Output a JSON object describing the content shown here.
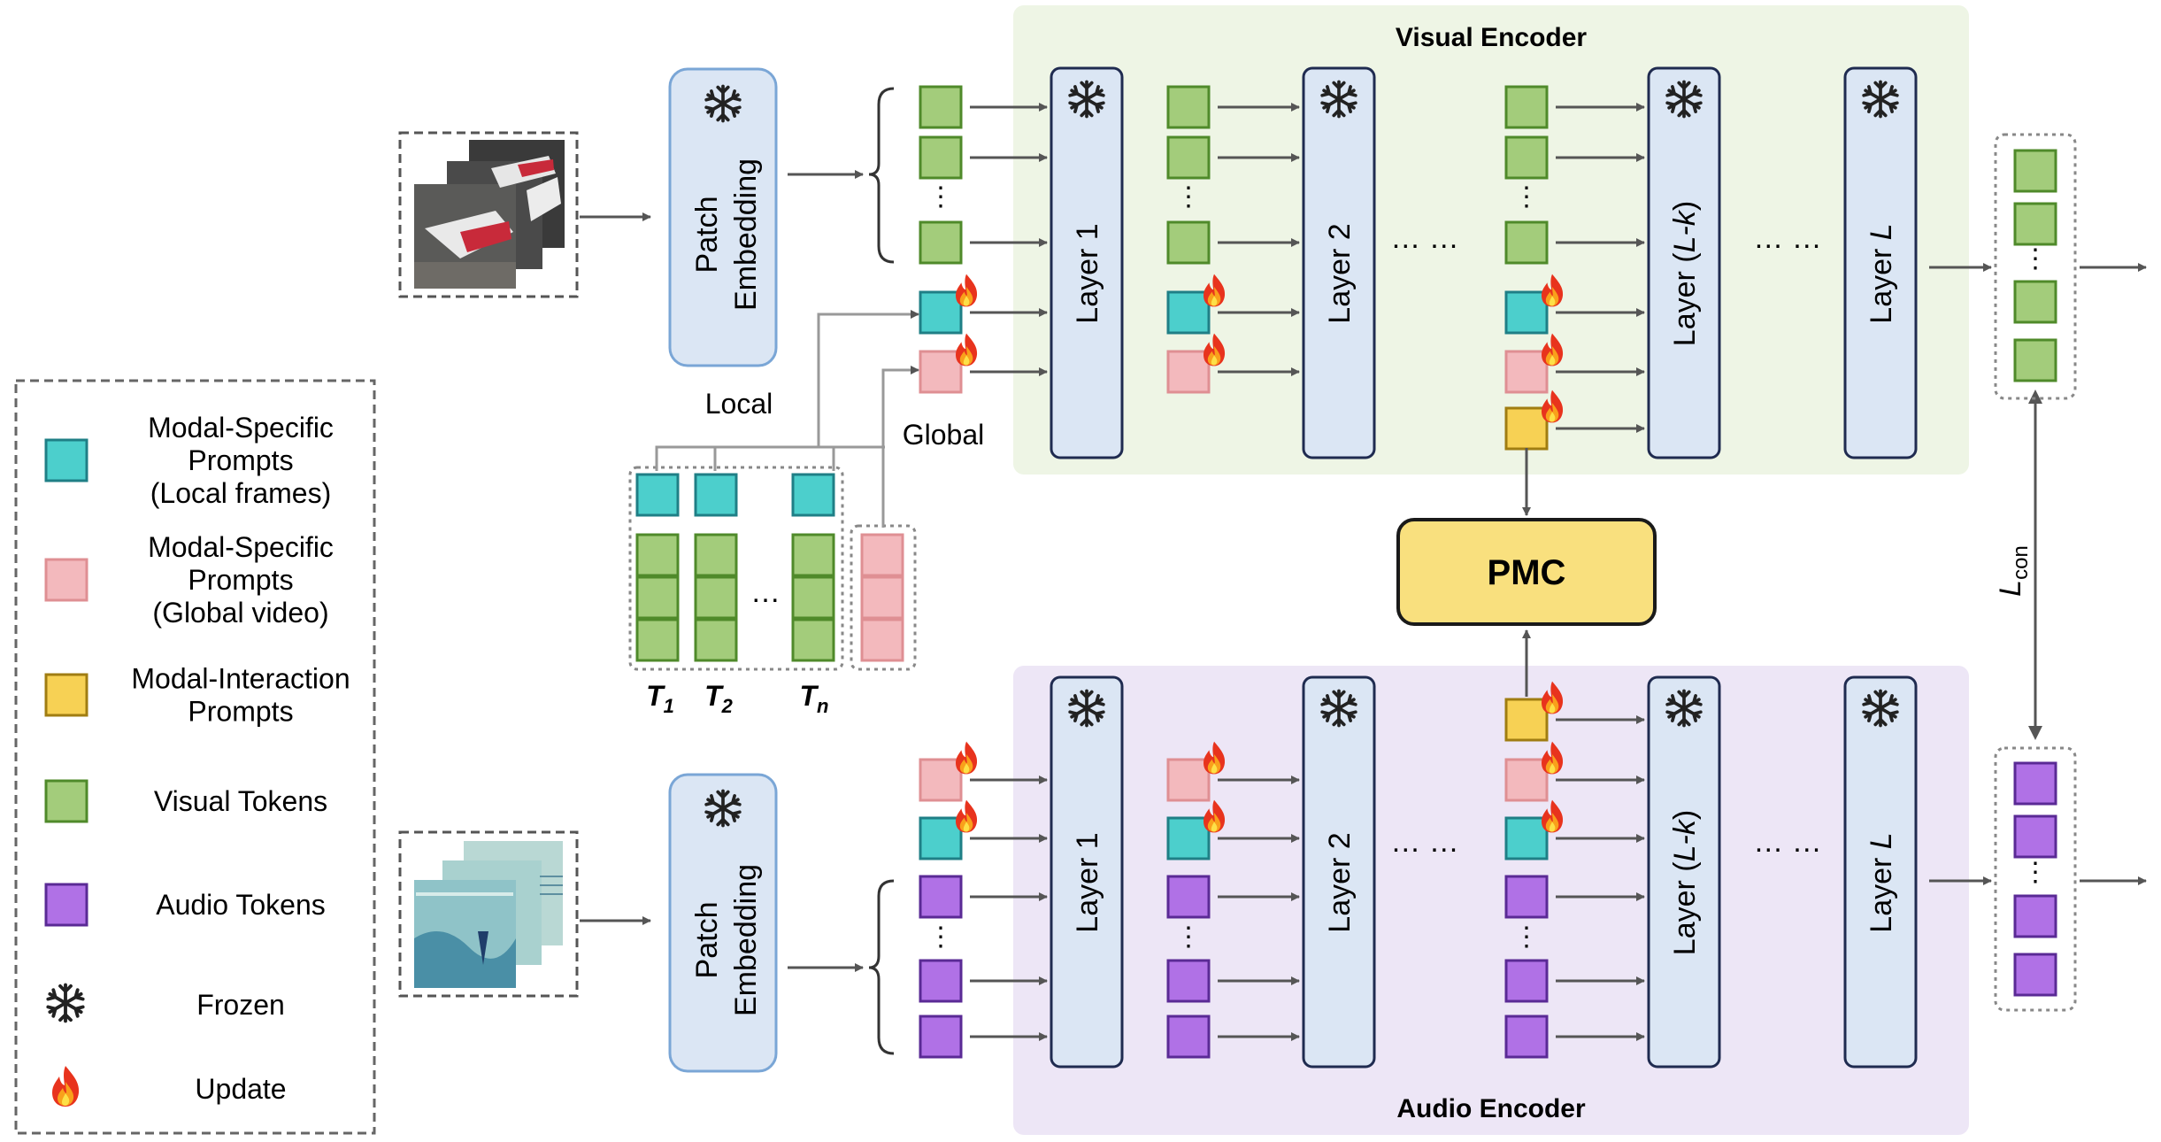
{
  "visual_encoder": {
    "title": "Visual Encoder",
    "layers": [
      "Layer 1",
      "Layer 2",
      "Layer (L-k)",
      "Layer L"
    ],
    "patch_embedding": "Patch\nEmbedding",
    "ellipsis": "… …"
  },
  "audio_encoder": {
    "title": "Audio Encoder",
    "layers": [
      "Layer 1",
      "Layer 2",
      "Layer (L-k)",
      "Layer L"
    ],
    "patch_embedding": "Patch\nEmbedding",
    "ellipsis": "… …"
  },
  "pmc": "PMC",
  "loss": "L_con",
  "prompt_generator": {
    "local_label": "Local",
    "global_label": "Global",
    "frame_labels": [
      "T1",
      "T2",
      "Tn"
    ],
    "ellipsis": "…"
  },
  "legend": {
    "items": [
      {
        "swatch": "teal",
        "label": "Modal-Specific\nPrompts\n(Local frames)"
      },
      {
        "swatch": "pink",
        "label": "Modal-Specific\nPrompts\n(Global video)"
      },
      {
        "swatch": "yellow",
        "label": "Modal-Interaction\nPrompts"
      },
      {
        "swatch": "green",
        "label": "Visual Tokens"
      },
      {
        "swatch": "purple",
        "label": "Audio Tokens"
      },
      {
        "swatch": "snowflake-icon",
        "label": "Frozen"
      },
      {
        "swatch": "flame-icon",
        "label": "Update"
      }
    ]
  },
  "colors": {
    "visual_bg": "#eef5e5",
    "audio_bg": "#ede6f6",
    "layer_fill": "#dbe6f4",
    "layer_stroke": "#1f2b50",
    "teal": "#4ccfcc",
    "pink": "#f3b9bd",
    "yellow": "#f7d154",
    "green": "#a3cc7b",
    "purple": "#b071e6",
    "pmc_fill": "#f9e07e"
  }
}
